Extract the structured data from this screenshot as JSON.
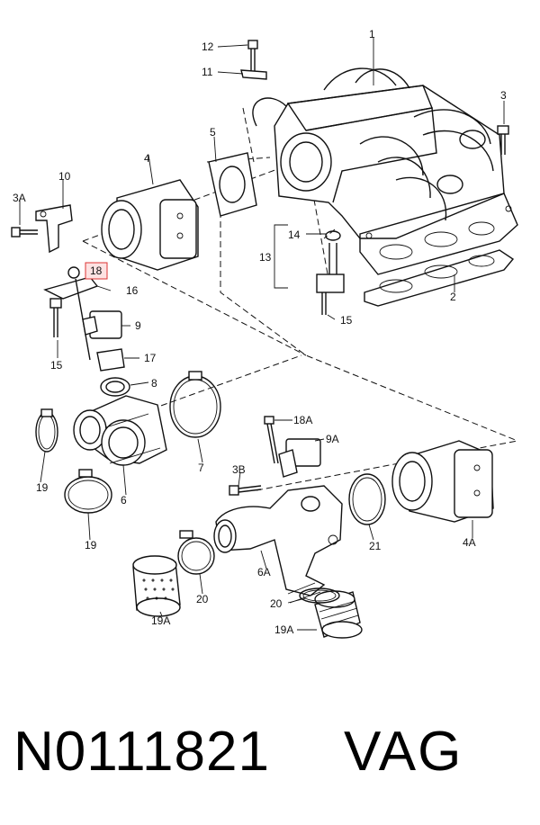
{
  "footer": {
    "part_number": "N0111821",
    "brand": "VAG"
  },
  "callouts": {
    "c1": "1",
    "c2": "2",
    "c3": "3",
    "c3A": "3A",
    "c3B": "3B",
    "c4": "4",
    "c4A": "4A",
    "c5": "5",
    "c6": "6",
    "c6A": "6A",
    "c7": "7",
    "c8": "8",
    "c9": "9",
    "c9A": "9A",
    "c10": "10",
    "c11": "11",
    "c12": "12",
    "c13": "13",
    "c14": "14",
    "c15a": "15",
    "c15b": "15",
    "c16": "16",
    "c17": "17",
    "c18": "18",
    "c18A": "18A",
    "c19a": "19",
    "c19b": "19",
    "c19A_a": "19A",
    "c19A_b": "19A",
    "c20a": "20",
    "c20b": "20",
    "c21": "21"
  },
  "highlight_color": "#d33333"
}
